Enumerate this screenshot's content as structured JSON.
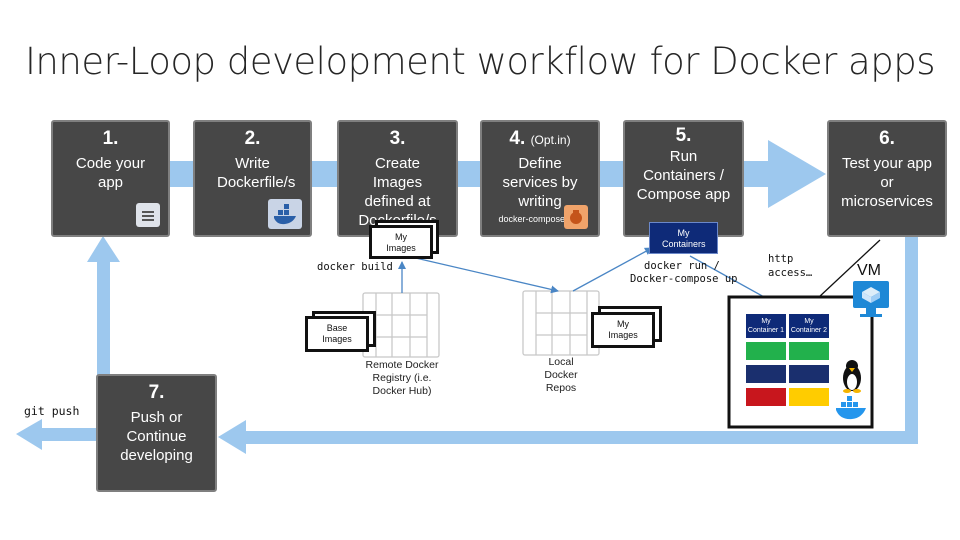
{
  "title": "Inner-Loop development workflow for Docker apps",
  "steps": [
    {
      "num": "1.",
      "label": "Code your app"
    },
    {
      "num": "2.",
      "label": "Write Dockerfile/s"
    },
    {
      "num": "3.",
      "label": "Create Images defined at Dockerfile/s"
    },
    {
      "num": "4.",
      "opt": "(Opt.in)",
      "label": "Define services by writing",
      "sub": "docker-compose.yml"
    },
    {
      "num": "5.",
      "label": "Run Containers / Compose app"
    },
    {
      "num": "6.",
      "label": "Test your app or microservices"
    },
    {
      "num": "7.",
      "label": "Push or Continue developing"
    }
  ],
  "labels": {
    "docker_build": "docker build",
    "docker_run": "docker run /",
    "docker_compose_up": "Docker-compose up",
    "http_access": "http access…",
    "git_push": "git push",
    "vm": "VM",
    "remote_registry": "Remote Docker Registry (i.e. Docker Hub)",
    "local_repos": "Local Docker Repos"
  },
  "cards": {
    "my_images_a": "My Images",
    "base_images": "Base Images",
    "my_images_b": "My Images",
    "my_containers": "My Containers",
    "container_1": "My Container 1",
    "container_2": "My Container 2"
  },
  "colors": {
    "flow_arrow": "#9dc8ee",
    "step_box": "#474747",
    "connector": "#4a86c5",
    "vm_row_green": "#22b14c",
    "vm_row_navy": "#1a2f6e",
    "vm_row_red": "#c8161d",
    "vm_row_yellow": "#ffcc00"
  }
}
